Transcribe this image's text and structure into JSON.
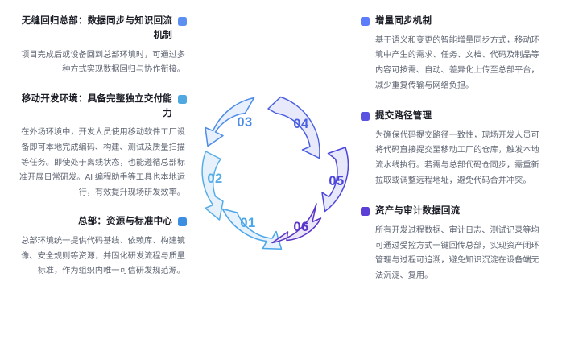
{
  "theme": {
    "heading_color": "#1d1f28",
    "body_color": "#5f6673",
    "background": "#ffffff"
  },
  "left_column": [
    {
      "bullet_name": "bullet-square-left-1",
      "bullet_color": "#5B8FF0",
      "title": "无缝回归总部：数据同步与知识回流机制",
      "body": "项目完成后或设备回到总部环境时，可通过多种方式实现数据回归与协作衔接。"
    },
    {
      "bullet_name": "bullet-square-left-2",
      "bullet_color": "#4FA8E0",
      "title": "移动开发环境：具备完整独立交付能力",
      "body": "在外场环境中，开发人员使用移动软件工厂设备即可本地完成编码、构建、测试及质量扫描等任务。即使处于离线状态，也能遵循总部标准开展日常研发。AI 编程助手等工具也本地运行，有效提升现场研发效率。"
    },
    {
      "bullet_name": "bullet-square-left-3",
      "bullet_color": "#3C8FE0",
      "title": "总部：资源与标准中心",
      "body": "总部环境统一提供代码基线、依赖库、构建镜像、安全规则等资源，并固化研发流程与质量标准，作为组织内唯一可信研发规范源。"
    }
  ],
  "right_column": [
    {
      "bullet_name": "bullet-square-right-1",
      "bullet_color": "#5C7CFA",
      "title": "增量同步机制",
      "body": "基于语义和变更的智能增量同步方式，移动环境中产生的需求、任务、文档、代码及制品等内容可按需、自动、差异化上传至总部平台，减少重复传输与网络负担。"
    },
    {
      "bullet_name": "bullet-square-right-2",
      "bullet_color": "#5A52E0",
      "title": "提交路径管理",
      "body": "为确保代码提交路径一致性，现场开发人员可将代码直接提交至移动工厂的仓库，触发本地流水线执行。若需与总部代码仓同步，需重新拉取或调整远程地址，避免代码合并冲突。"
    },
    {
      "bullet_name": "bullet-square-right-3",
      "bullet_color": "#5B3FD6",
      "title": "资产与审计数据回流",
      "body": "所有开发过程数据、审计日志、测试记录等均可通过受控方式一键回传总部，实现资产闭环管理与过程可追溯，避免知识沉淀在设备端无法沉淀、复用。"
    }
  ],
  "cycle_diagram": {
    "name": "circular-arrow-cycle",
    "segments": [
      {
        "label": "01",
        "fill": "#E8F2FD",
        "stroke": "#4BA6E8",
        "text_color": "#4BA6E8"
      },
      {
        "label": "02",
        "fill": "#E6F1FC",
        "stroke": "#56AEE8",
        "text_color": "#56AEE8"
      },
      {
        "label": "03",
        "fill": "#E9F0FD",
        "stroke": "#4D8DE8",
        "text_color": "#4D8DE8"
      },
      {
        "label": "04",
        "fill": "#E8EAFB",
        "stroke": "#4A5FE0",
        "text_color": "#4A5FE0"
      },
      {
        "label": "05",
        "fill": "#E7E8FA",
        "stroke": "#4B45DC",
        "text_color": "#4B45DC"
      },
      {
        "label": "06",
        "fill": "#EAE6F8",
        "stroke": "#5B34C8",
        "text_color": "#5B34C8"
      }
    ]
  }
}
